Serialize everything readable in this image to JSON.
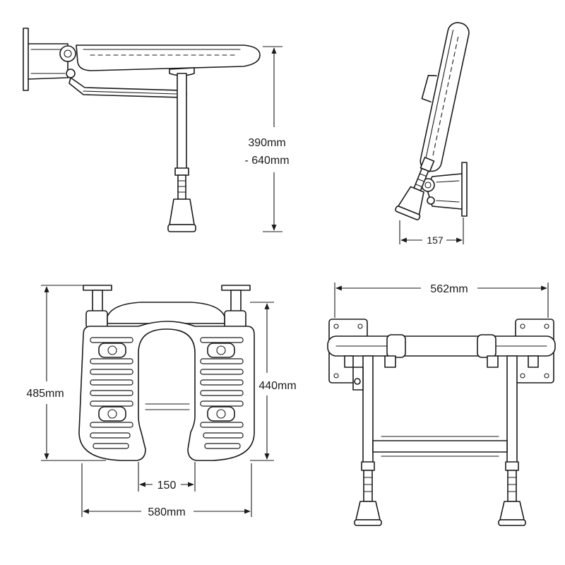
{
  "dimensions": {
    "height_range_line1": "390mm",
    "height_range_line2": "- 640mm",
    "folded_depth": "157",
    "total_width": "562mm",
    "seat_depth": "485mm",
    "seat_depth_inner": "440mm",
    "cutout_width": "150",
    "seat_width": "580mm"
  }
}
